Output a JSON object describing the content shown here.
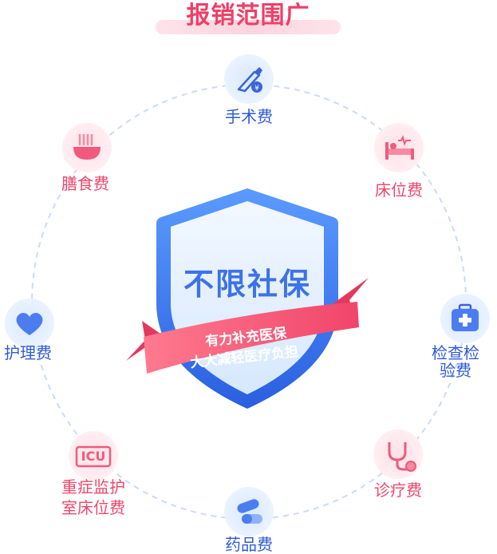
{
  "title": "报销范围广",
  "shield": {
    "main_text": "不限社保",
    "ribbon_line1": "有力补充医保",
    "ribbon_line2": "大大减轻医疗负担"
  },
  "items": {
    "surgery": "手术费",
    "bed": "床位费",
    "exam_line1": "检查检",
    "exam_line2": "验费",
    "consult": "诊疗费",
    "medicine": "药品费",
    "icu_line1": "重症监护",
    "icu_line2": "室床位费",
    "nursing": "护理费",
    "meal": "膳食费",
    "icu_icon_text": "ICU"
  },
  "colors": {
    "title": "#ee3f68",
    "blue": "#2f5bd9",
    "pink": "#ef476d"
  }
}
